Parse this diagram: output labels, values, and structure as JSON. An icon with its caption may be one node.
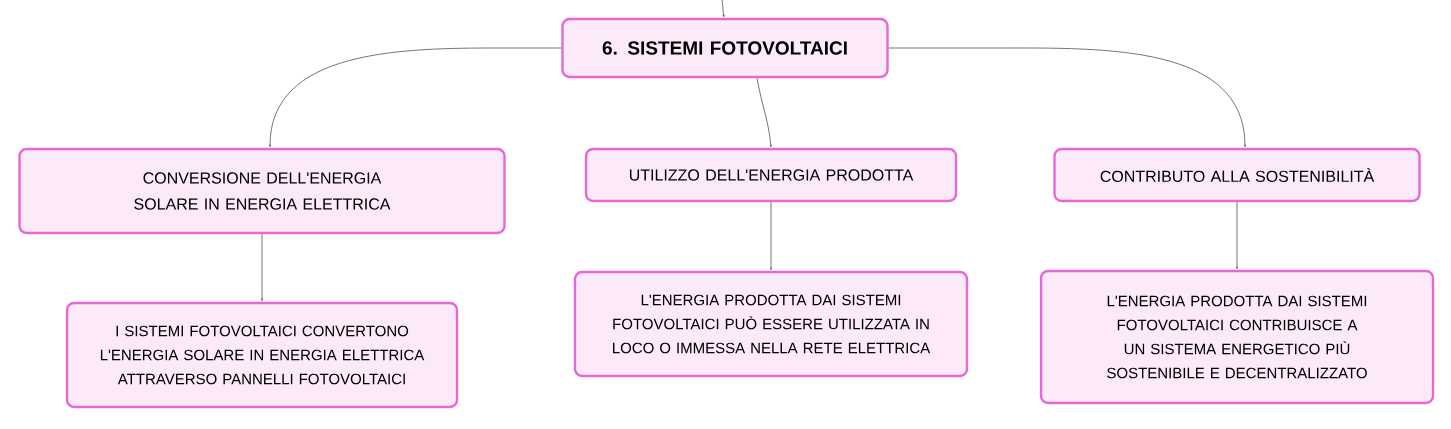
{
  "diagram": {
    "nodes": [
      {
        "text": [
          "6. SISTEMI FOTOVOLTAICI"
        ]
      },
      {
        "text": [
          "CONVERSIONE DELL'ENERGIA SOLARE IN ENERGIA ELETTRICA"
        ]
      },
      {
        "text": [
          "UTILIZZO DELL'ENERGIA PRODOTTA"
        ]
      },
      {
        "text": [
          "CONTRIBUTO ALLA SOSTENIBILITÀ"
        ]
      },
      {
        "text": [
          "I SISTEMI FOTOVOLTAICI CONVERTONO L'ENERGIA SOLARE IN ENERGIA ELETTRICA ATTRAVERSO PANNELLI FOTOVOLTAICI"
        ]
      },
      {
        "text": [
          "L'ENERGIA PRODOTTA DAI SISTEMI FOTOVOLTAICI PUÒ ESSERE UTILIZZATA IN LOCO O IMMESSA NELLA RETE ELETTRICA"
        ]
      },
      {
        "text": [
          "L'ENERGIA PRODOTTA DAI SISTEMI FOTOVOLTAICI CONTRIBUISCE A UN SISTEMA ENERGETICO PIÙ SOSTENIBILE E DECENTRALIZZATO"
        ]
      }
    ],
    "edges": [
      {
        "from": null,
        "to": 0,
        "arrow": "to"
      },
      {
        "from": 0,
        "to": 1,
        "arrow": "to"
      },
      {
        "from": 0,
        "to": 2,
        "arrow": "to"
      },
      {
        "from": 0,
        "to": 3,
        "arrow": "to"
      },
      {
        "from": 1,
        "to": 4,
        "arrow": "to"
      },
      {
        "from": 2,
        "to": 5,
        "arrow": "to"
      },
      {
        "from": 3,
        "to": 6,
        "arrow": "to"
      }
    ]
  }
}
